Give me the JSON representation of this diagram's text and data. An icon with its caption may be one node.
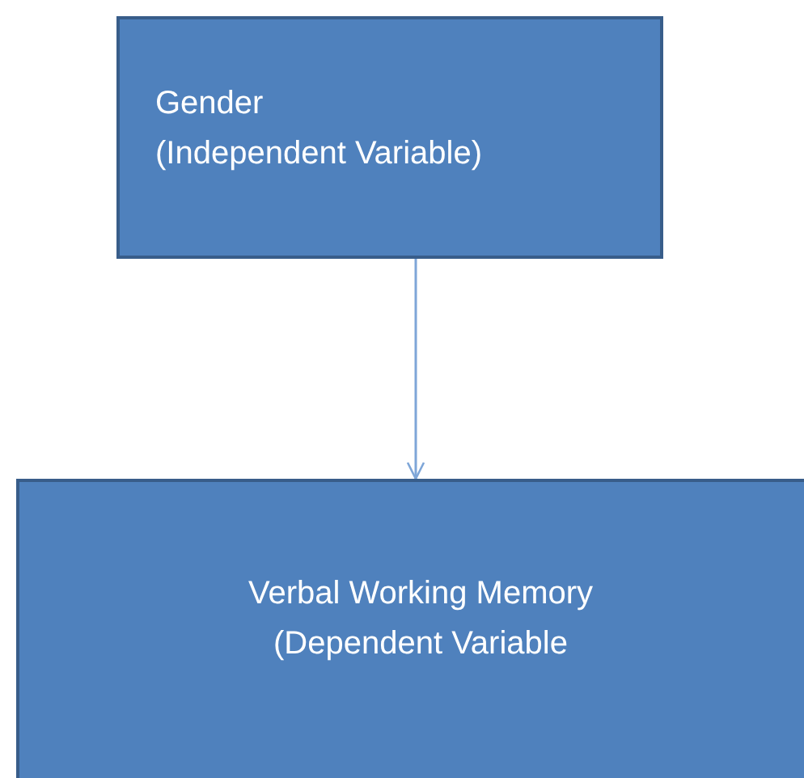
{
  "diagram": {
    "nodes": [
      {
        "text": [
          "Gender",
          "(Independent Variable)"
        ]
      },
      {
        "text": [
          "Verbal Working Memory",
          "(Dependent Variable"
        ]
      }
    ],
    "edges": [
      {
        "from": 0,
        "to": 1,
        "arrow": "to"
      }
    ]
  }
}
